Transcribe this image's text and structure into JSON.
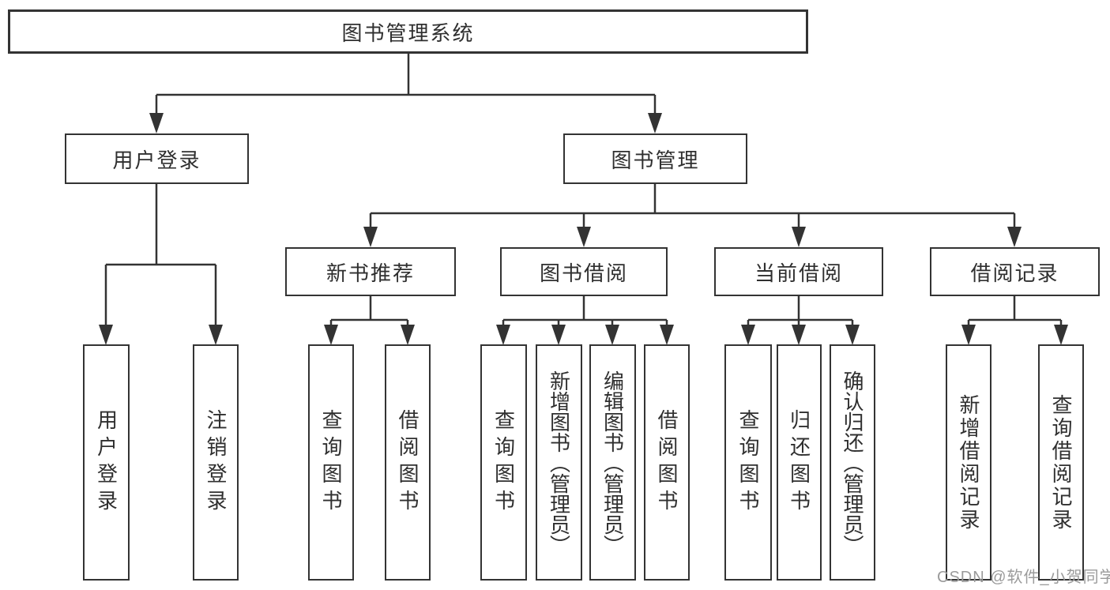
{
  "title": {
    "label": "图书管理系统"
  },
  "branches": {
    "user_login": {
      "label": "用户登录",
      "children": [
        {
          "label": "用户登录"
        },
        {
          "label": "注销登录"
        }
      ]
    },
    "book_management": {
      "label": "图书管理",
      "sections": [
        {
          "label": "新书推荐",
          "children": [
            {
              "label": "查询图书"
            },
            {
              "label": "借阅图书"
            }
          ]
        },
        {
          "label": "图书借阅",
          "children": [
            {
              "label": "查询图书"
            },
            {
              "label": "新增图书（管理员）"
            },
            {
              "label": "编辑图书（管理员）"
            },
            {
              "label": "借阅图书"
            }
          ]
        },
        {
          "label": "当前借阅",
          "children": [
            {
              "label": "查询图书"
            },
            {
              "label": "归还图书"
            },
            {
              "label": "确认归还（管理员）"
            }
          ]
        },
        {
          "label": "借阅记录",
          "children": [
            {
              "label": "新增借阅记录"
            },
            {
              "label": "查询借阅记录"
            }
          ]
        }
      ]
    }
  },
  "watermark": {
    "label": "CSDN @软件_小贺同学"
  },
  "colors": {
    "line": "#333333",
    "box_border": "#333333",
    "box_fill": "#ffffff",
    "text": "#2f2f2f",
    "watermark": "#9b9b9b",
    "background": "#ffffff"
  }
}
